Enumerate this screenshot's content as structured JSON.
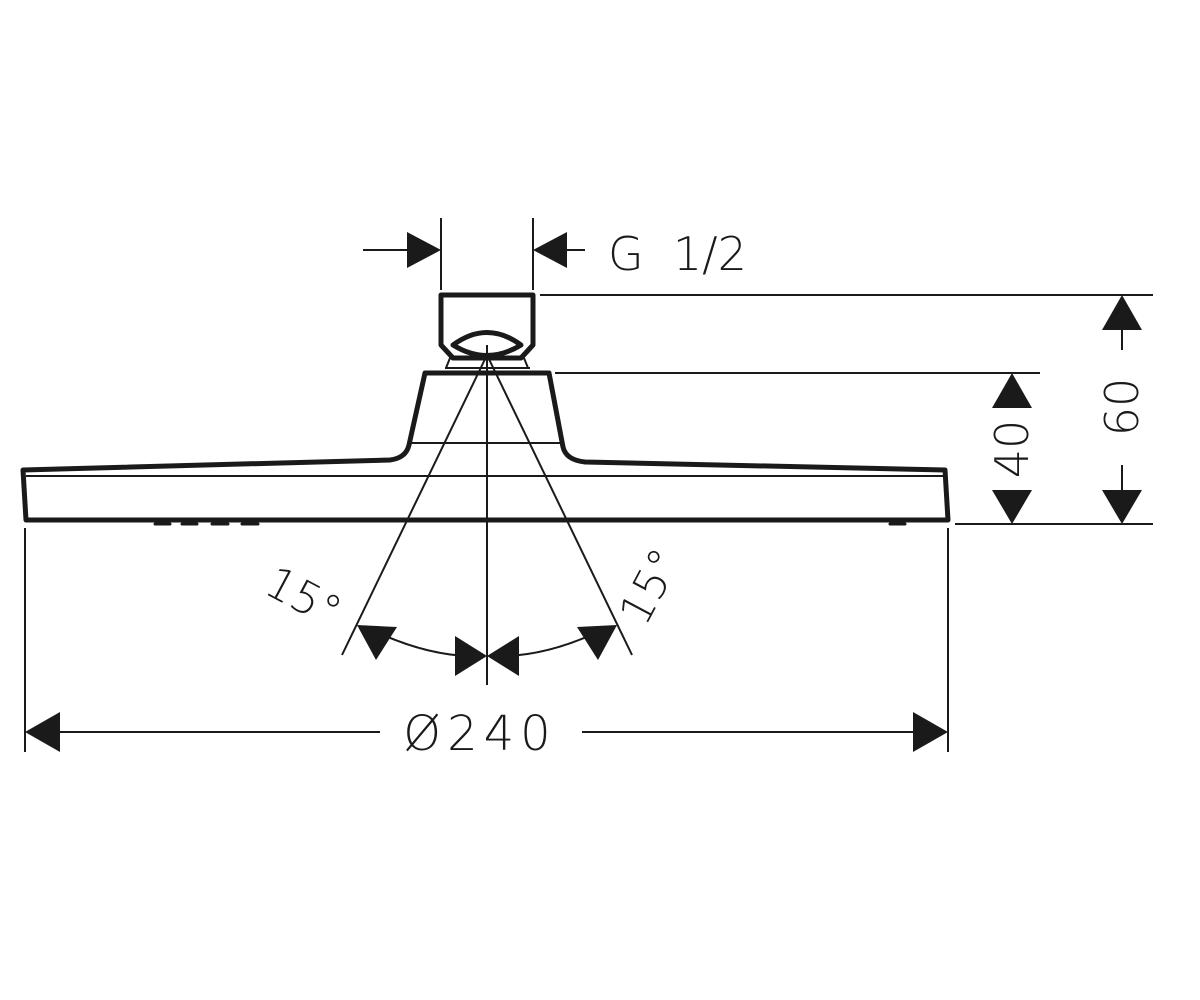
{
  "labels": {
    "thread": "G  1/2",
    "height_total": "60",
    "height_body": "40",
    "diameter": "Ø240",
    "angle_left": "15°",
    "angle_right": "15°"
  },
  "colors": {
    "line": "#1a1a1a",
    "background": "#ffffff"
  }
}
